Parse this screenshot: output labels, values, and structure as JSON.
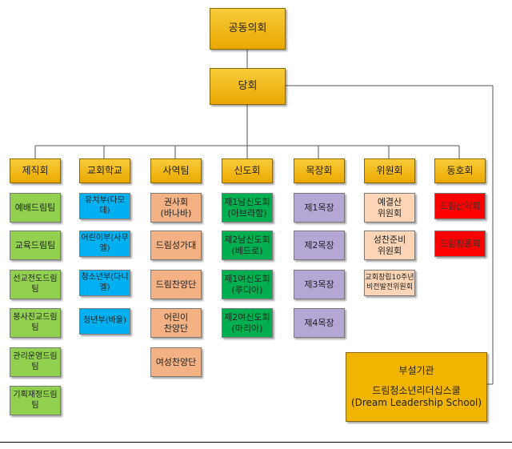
{
  "top": {
    "assembly": "공동의회",
    "council": "당회"
  },
  "columns": [
    {
      "head": "제직회",
      "color": "#92d050",
      "items": [
        [
          "예배드림팀"
        ],
        [
          "교육드림팀"
        ],
        [
          "선교전도드림팀"
        ],
        [
          "봉사친교드림팀"
        ],
        [
          "관리운영드림팀"
        ],
        [
          "기획재정드림팀"
        ]
      ]
    },
    {
      "head": "교회학교",
      "color": "#00b0f0",
      "items": [
        [
          "유치부(다모데)"
        ],
        [
          "어린이부(사무엘)"
        ],
        [
          "청소년부(다니엘)"
        ],
        [
          "청년부(바울)"
        ]
      ]
    },
    {
      "head": "사역팀",
      "color": "#f4b183",
      "items": [
        [
          "권사회",
          "(바나바)"
        ],
        [
          "드림성가대"
        ],
        [
          "드림찬양단"
        ],
        [
          "어린이",
          "찬양단"
        ],
        [
          "여성찬양단"
        ]
      ]
    },
    {
      "head": "신도회",
      "color": "#00b050",
      "items": [
        [
          "제1남신도회",
          "(아브라함)"
        ],
        [
          "제2남신도회",
          "(베드로)"
        ],
        [
          "제1여신도회",
          "(루디아)"
        ],
        [
          "제2여신도회",
          "(마리아)"
        ]
      ]
    },
    {
      "head": "목장회",
      "color": "#b4a7d6",
      "items": [
        [
          "제1목장"
        ],
        [
          "제2목장"
        ],
        [
          "제3목장"
        ],
        [
          "제4목장"
        ]
      ]
    },
    {
      "head": "위원회",
      "color": "#fbd5b5",
      "items": [
        [
          "예결산",
          "위원회"
        ],
        [
          "성찬준비",
          "위원회"
        ],
        [
          "교회창립10주년",
          "비전발전위원회"
        ]
      ]
    },
    {
      "head": "동호회",
      "color": "#ff0000",
      "items": [
        [
          "드림산악회"
        ],
        [
          "드림핑퐁회"
        ]
      ]
    }
  ],
  "affiliate": {
    "title": "부설기관",
    "name": "드림청소년리더십스쿨",
    "english": "(Dream Leadership School)"
  }
}
